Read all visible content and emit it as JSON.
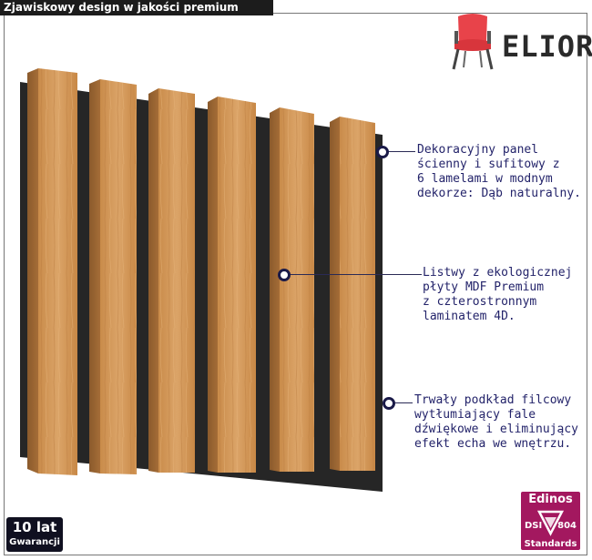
{
  "banner": {
    "title": "Zjawiskowy design w jakości premium"
  },
  "brand": {
    "name": "ELIOR",
    "logo_icon": "chair-icon",
    "chair_color": "#e8434a"
  },
  "product": {
    "felt_color": "#262626",
    "slat_color": "#d49a58"
  },
  "callouts": [
    {
      "lines": [
        "Dekoracyjny panel",
        "ścienny i sufitowy z",
        "6 lamelami w modnym",
        "dekorze: Dąb naturalny."
      ]
    },
    {
      "lines": [
        "Listwy z ekologicznej",
        "płyty MDF Premium",
        "z czterostronnym",
        "laminatem 4D."
      ]
    },
    {
      "lines": [
        "Trwały podkład filcowy",
        "wytłumiający fale",
        "dźwiękowe i eliminujący",
        "efekt echa we wnętrzu."
      ]
    }
  ],
  "warranty": {
    "years": "10 lat",
    "label": "Gwarancji"
  },
  "certificate": {
    "top": "Edinos",
    "left": "DSI",
    "right": "804",
    "bottom": "Standards",
    "color": "#a3185f"
  }
}
